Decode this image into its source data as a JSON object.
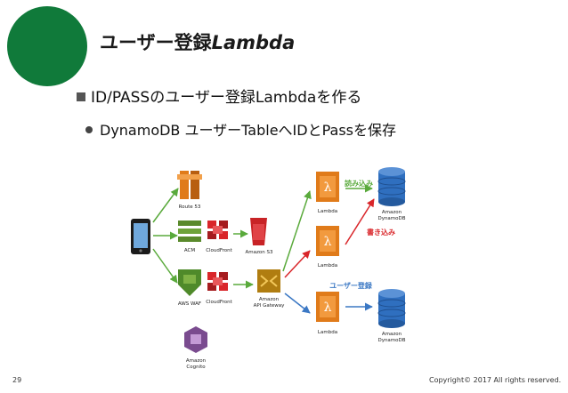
{
  "slide": {
    "title_prefix": "ユーザー登録",
    "title_suffix": "Lambda",
    "bullet_main": "ID/PASSのユーザー登録Lambdaを作る",
    "bullet_sub": "DynamoDB ユーザーTableへIDとPassを保存",
    "page_number": "29",
    "copyright": "Copyright© 2017 All rights reserved."
  },
  "diagram": {
    "route53": "Route 53",
    "acm": "ACM",
    "cloudfront_top": "CloudFront",
    "s3": "Amazon S3",
    "waf": "AWS WAF",
    "cloudfront_bottom": "CloudFront",
    "apigw_line1": "Amazon",
    "apigw_line2": "API Gateway",
    "cognito_line1": "Amazon",
    "cognito_line2": "Cognito",
    "lambda_1": "Lambda",
    "lambda_2": "Lambda",
    "lambda_3": "Lambda",
    "dynamo_top_line1": "Amazon",
    "dynamo_top_line2": "DynamoDB",
    "dynamo_bottom_line1": "Amazon",
    "dynamo_bottom_line2": "DynamoDB",
    "read_label": "読み込み",
    "write_label": "書き込み",
    "register_label": "ユーザー登録",
    "colors": {
      "green_arrow": "#5aaa3c",
      "red_arrow": "#d9262a",
      "blue_arrow": "#3b78c4",
      "lambda_orange": "#e07b1a",
      "dynamo_blue": "#2f6fbf",
      "brand_green": "#107a3a"
    }
  }
}
